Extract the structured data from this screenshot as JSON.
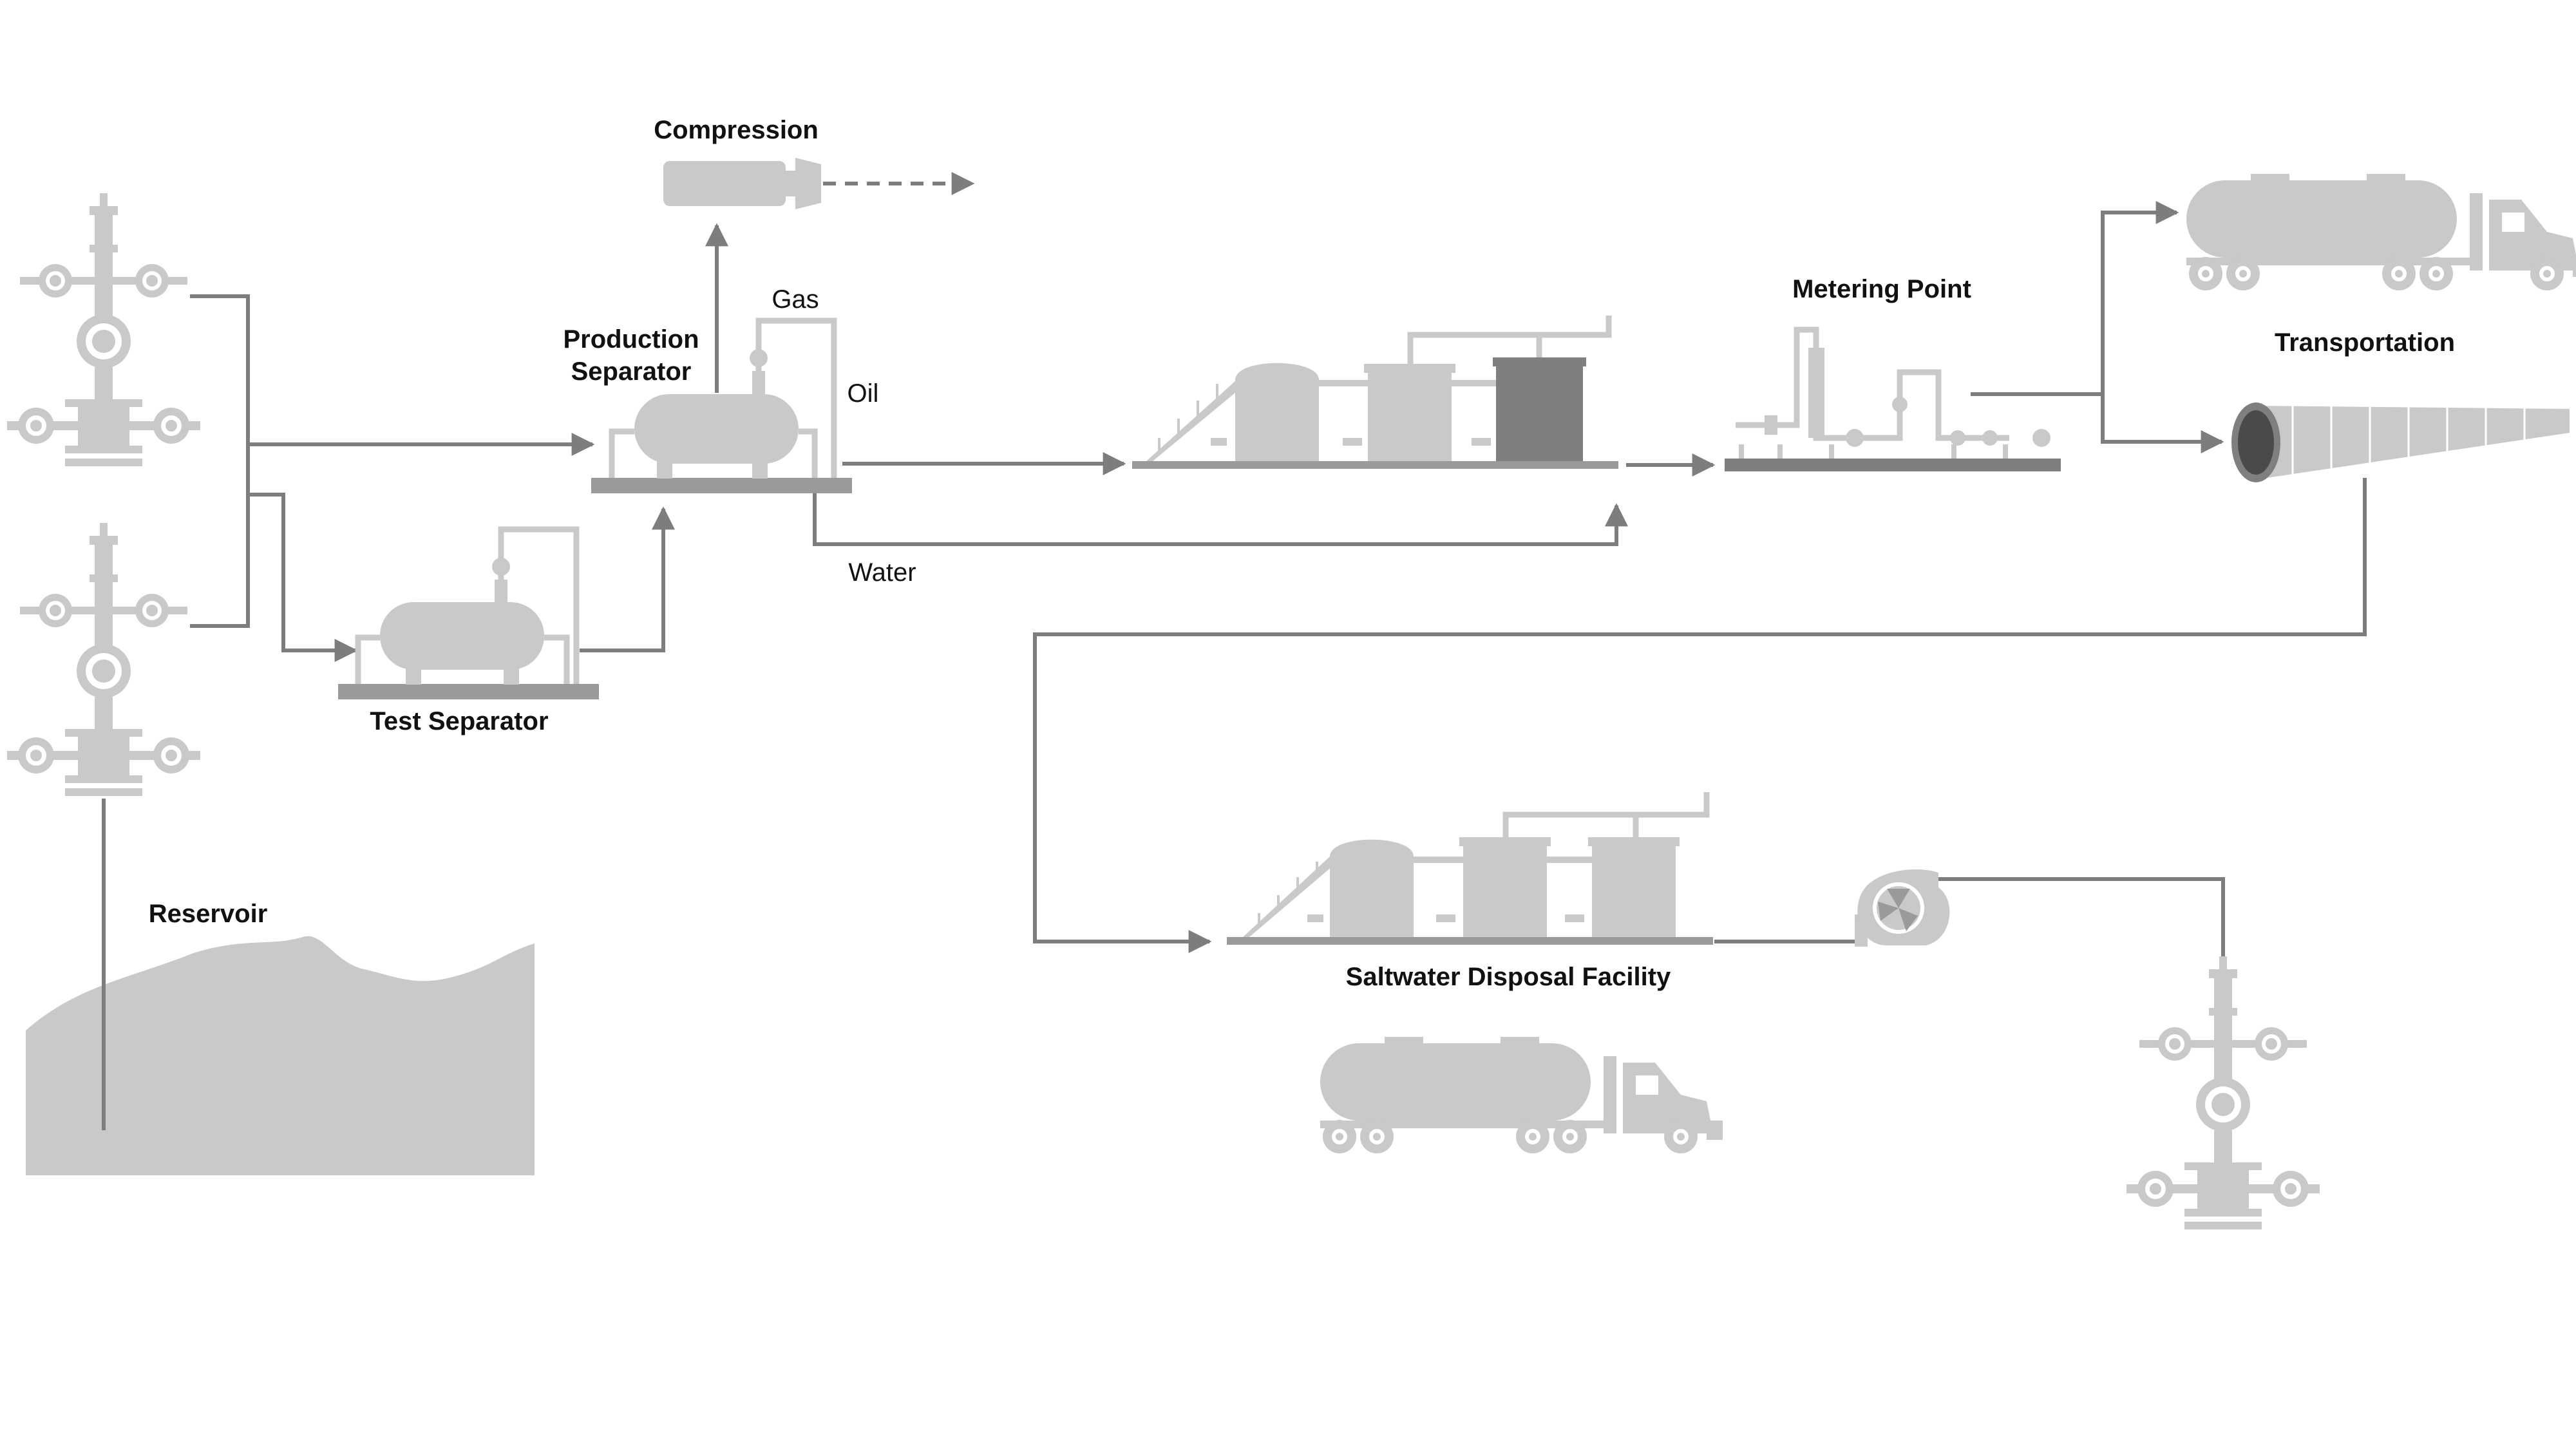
{
  "labels": {
    "compression": "Compression",
    "gas": "Gas",
    "oil": "Oil",
    "water": "Water",
    "production_separator_line1": "Production",
    "production_separator_line2": "Separator",
    "test_separator": "Test Separator",
    "metering_point": "Metering Point",
    "transportation": "Transportation",
    "reservoir": "Reservoir",
    "saltwater_disposal": "Saltwater Disposal Facility"
  },
  "colors": {
    "equipment": "#c9c9c9",
    "equipment_dark": "#7f7f7f",
    "flow_line": "#7d7d7d",
    "text": "#111111"
  },
  "icons": [
    "wellhead-icon",
    "separator-icon",
    "compressor-icon",
    "tank-battery-icon",
    "metering-skid-icon",
    "tanker-truck-icon",
    "pipeline-icon",
    "pump-icon",
    "reservoir-shape"
  ]
}
